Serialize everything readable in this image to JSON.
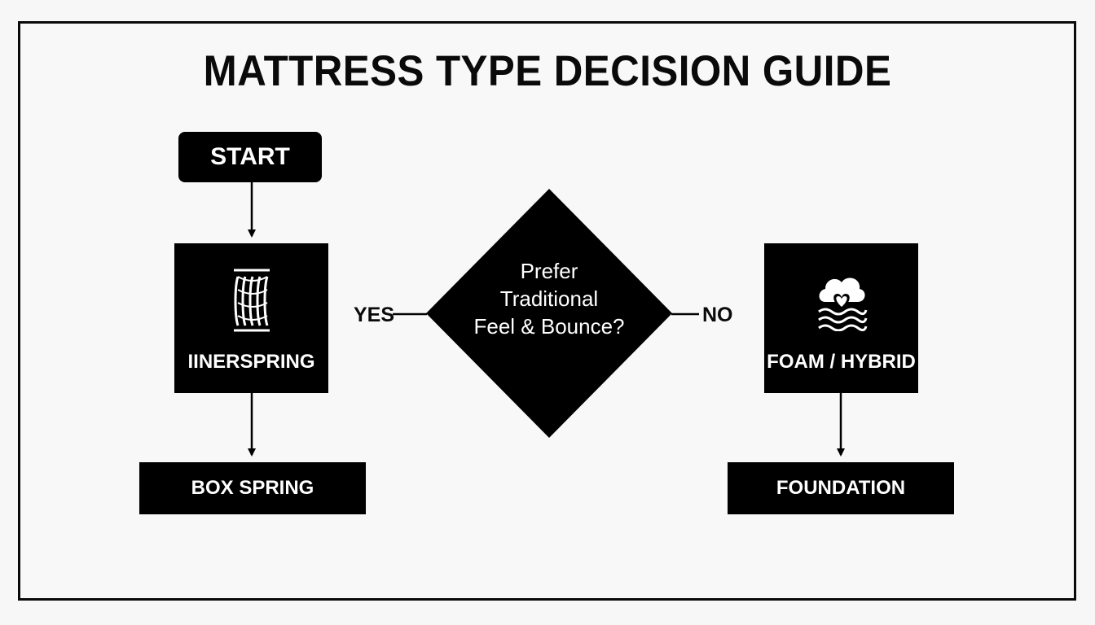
{
  "title": "MATTRESS TYPE DECISION GUIDE",
  "nodes": {
    "start": "START",
    "innerspring": {
      "label": "IINERSPRING",
      "icon": "coil-spring-icon"
    },
    "decision": {
      "lines": [
        "Prefer",
        "Traditional",
        "Feel & Bounce?"
      ]
    },
    "foam_hybrid": {
      "label": "FOAM / HYBRID",
      "icon": "cloud-heart-waves-icon"
    },
    "box_spring": "BOX SPRING",
    "foundation": "FOUNDATION"
  },
  "branches": {
    "yes": "YES",
    "no": "NO"
  },
  "colors": {
    "ink": "#000000",
    "background": "#f8f8f8",
    "text_on_dark": "#ffffff"
  }
}
